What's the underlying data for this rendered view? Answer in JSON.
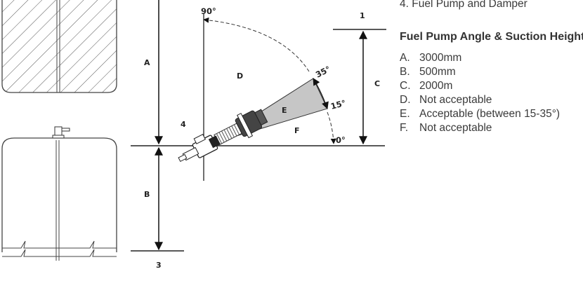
{
  "diagram": {
    "labels": {
      "A": "A",
      "B": "B",
      "C": "C",
      "D": "D",
      "E": "E",
      "F": "F",
      "one": "1",
      "three": "3",
      "four": "4"
    },
    "angles": {
      "deg90": "90°",
      "deg35": "35°",
      "deg15": "15°",
      "deg0": "0°"
    }
  },
  "legend": {
    "item4": "4.  Fuel Pump and Damper",
    "heading": "Fuel Pump Angle & Suction Height",
    "items": [
      {
        "key": "A.",
        "text": "3000mm"
      },
      {
        "key": "B.",
        "text": "500mm"
      },
      {
        "key": "C.",
        "text": "2000m"
      },
      {
        "key": "D.",
        "text": "Not acceptable"
      },
      {
        "key": "E.",
        "text": "Acceptable (between 15-35°)"
      },
      {
        "key": "F.",
        "text": "Not acceptable"
      }
    ]
  }
}
